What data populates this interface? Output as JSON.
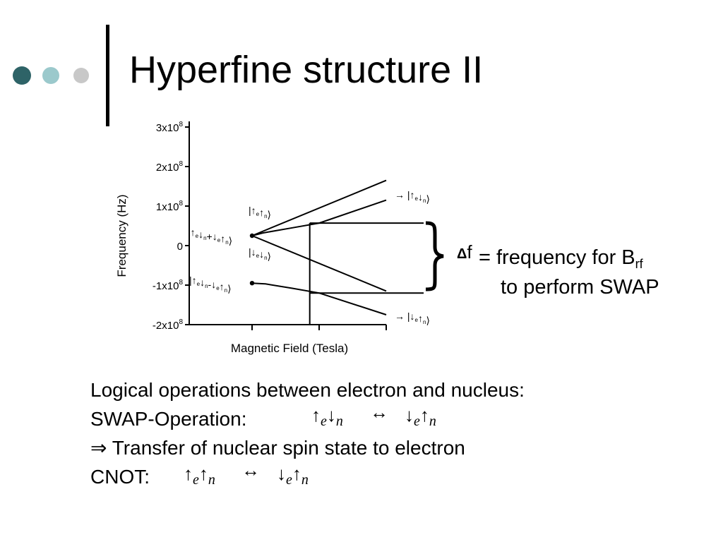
{
  "slide": {
    "title": "Hyperfine structure II",
    "bullet_colors": [
      "#2e6367",
      "#9bc9cc",
      "#c8c8c8"
    ]
  },
  "chart_data": {
    "type": "line",
    "xlabel": "Magnetic Field (Tesla)",
    "ylabel": "Frequency (Hz)",
    "y_ticks": [
      "3x10⁸",
      "2x10⁸",
      "1x10⁸",
      "0",
      "-1x10⁸",
      "-2x10⁸"
    ],
    "y_tick_values": [
      300000000,
      200000000,
      100000000,
      0,
      -100000000,
      -200000000
    ],
    "ylim": [
      -200000000,
      300000000
    ],
    "x_range": [
      0,
      1
    ],
    "series": [
      {
        "x": [
          0,
          1
        ],
        "y": [
          25000000,
          165000000
        ]
      },
      {
        "x": [
          0,
          0.08,
          0.3,
          0.5,
          1
        ],
        "y": [
          25000000,
          32000000,
          45000000,
          57000000,
          115000000
        ]
      },
      {
        "x": [
          0,
          1
        ],
        "y": [
          25000000,
          -115000000
        ]
      },
      {
        "x": [
          0,
          0.1,
          0.3,
          0.5,
          1
        ],
        "y": [
          -95000000,
          -97000000,
          -108000000,
          -120000000,
          -175000000
        ]
      }
    ],
    "marked_field_x": 0.43,
    "state_labels": {
      "upper_right": "→ |↑e↓n⟩",
      "upper_left": "|↑e↑n⟩",
      "mid_left": "|↑e↓n+↓e↑n⟩",
      "lower_mid": "|↓e↓n⟩",
      "lower_left": "|↑e↓n-↓e↑n⟩",
      "lower_right": "→ |↓e↑n⟩"
    }
  },
  "annotation": {
    "delta_symbol": "Δ",
    "delta_var": "f",
    "line1": "= frequency for B",
    "line1_sub": "rf",
    "line2": "to perform SWAP"
  },
  "body": {
    "line1": "Logical operations between electron and nucleus:",
    "line2": "SWAP-Operation:",
    "line3": "⇒ Transfer of nuclear spin state to electron",
    "line4": "CNOT:",
    "swap_left": "↑e↓n",
    "swap_right": "↓e↑n",
    "cnot_left": "↑e↑n",
    "cnot_right": "↓e↑n",
    "arrow": "↔"
  }
}
